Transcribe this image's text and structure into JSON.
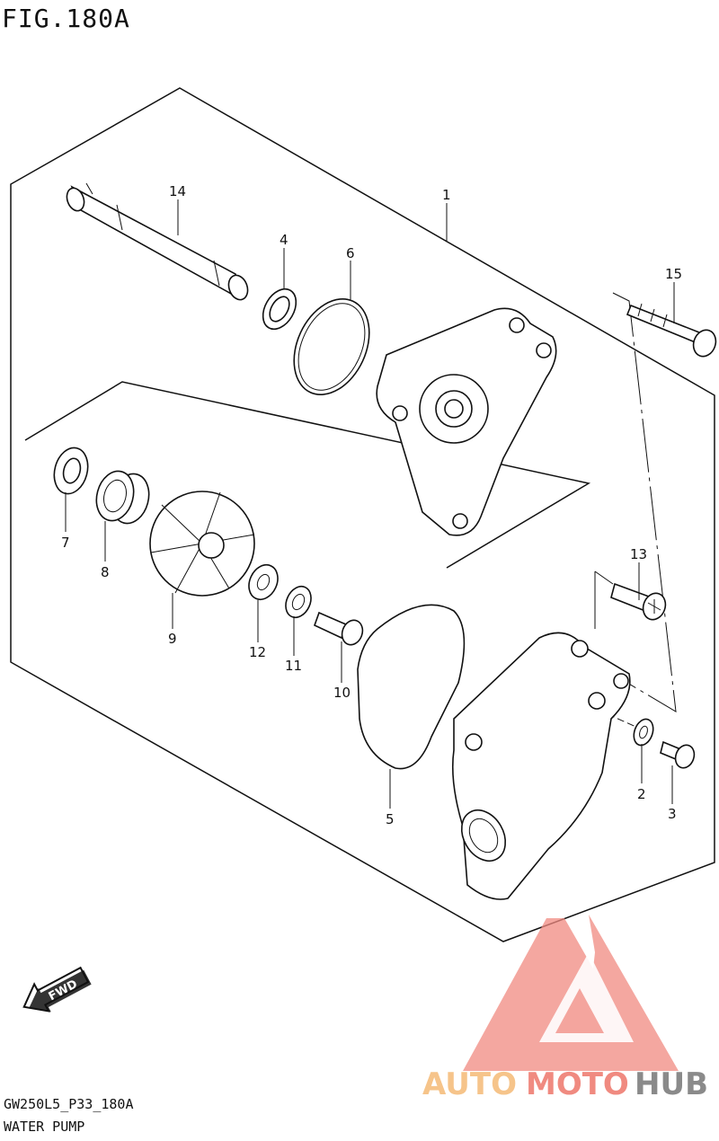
{
  "figure": {
    "title": "FIG.180A",
    "code": "GW250L5_P33_180A",
    "caption": "WATER PUMP"
  },
  "callouts": {
    "c1": "1",
    "c2": "2",
    "c3": "3",
    "c4": "4",
    "c5": "5",
    "c6": "6",
    "c7": "7",
    "c8": "8",
    "c9": "9",
    "c10": "10",
    "c11": "11",
    "c12": "12",
    "c13": "13",
    "c14": "14",
    "c15": "15"
  },
  "fwd_arrow": {
    "label": "FWD"
  },
  "watermark": {
    "part1": "AUTO",
    "part2": "MOTO",
    "part3": "HUB",
    "color_primary": "#f08a80",
    "color_secondary": "#f6c48a",
    "color_tertiary": "#8a8a8a"
  },
  "colors": {
    "line": "#111111",
    "background": "#ffffff"
  }
}
